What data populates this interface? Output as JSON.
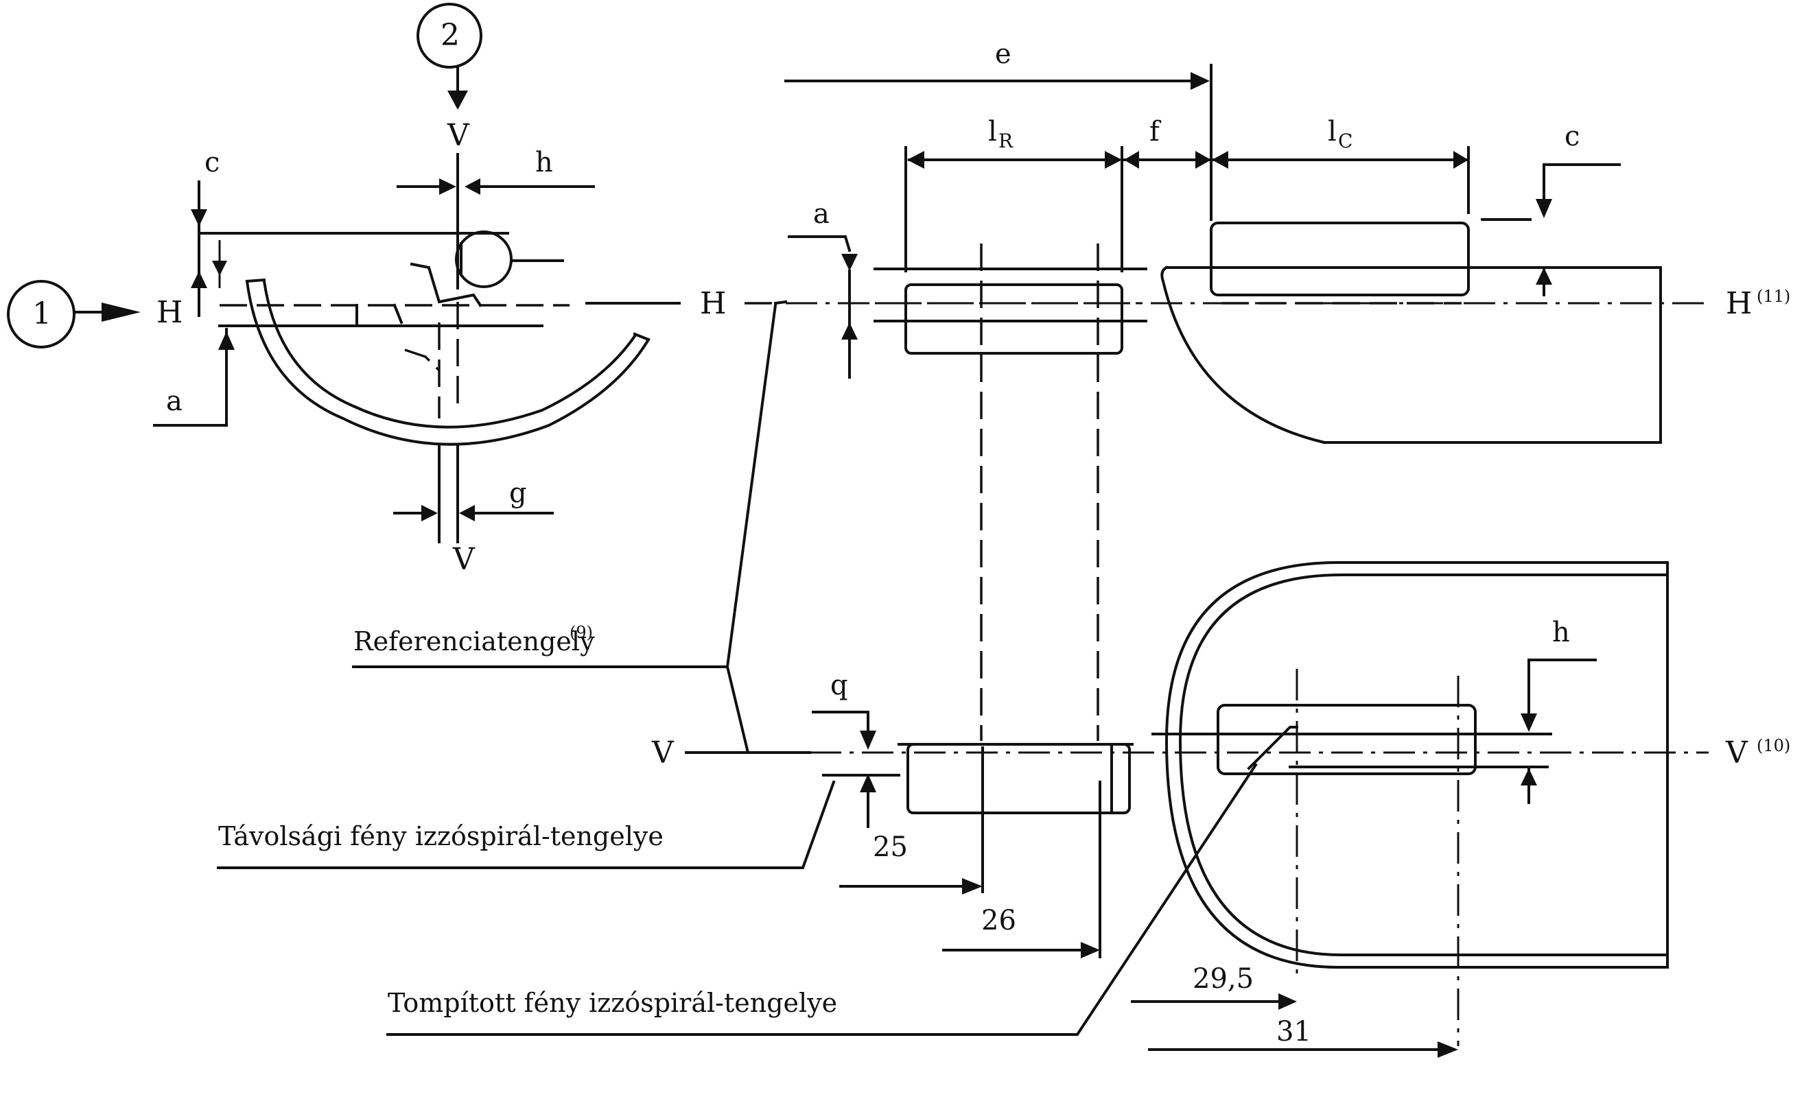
{
  "left_view": {
    "callout_1": "1",
    "callout_2": "2",
    "h_label": "H",
    "v_top_label": "V",
    "v_bottom_label": "V",
    "dim_c": "c",
    "dim_h": "h",
    "dim_a": "a",
    "dim_g": "g"
  },
  "top_view": {
    "h_mid_label": "H",
    "h_right_label": "H",
    "h_right_note": "(11)",
    "dim_e": "e",
    "dim_f": "f",
    "dim_l_letter": "l",
    "dim_lR_sub": "R",
    "dim_lC_sub": "C",
    "dim_a": "a",
    "dim_c": "c"
  },
  "bottom_view": {
    "v_left_label": "V",
    "v_right_label": "V",
    "v_right_note": "(10)",
    "dim_q": "q",
    "dim_h": "h",
    "dim_25": "25",
    "dim_26": "26",
    "dim_29_5": "29,5",
    "dim_31": "31"
  },
  "captions": {
    "reference_axis": "Referenciatengely",
    "reference_axis_note": "(9)",
    "high_beam_axis": "Távolsági fény izzóspirál-tengelye",
    "low_beam_axis": "Tompított fény izzóspirál-tengelye"
  }
}
